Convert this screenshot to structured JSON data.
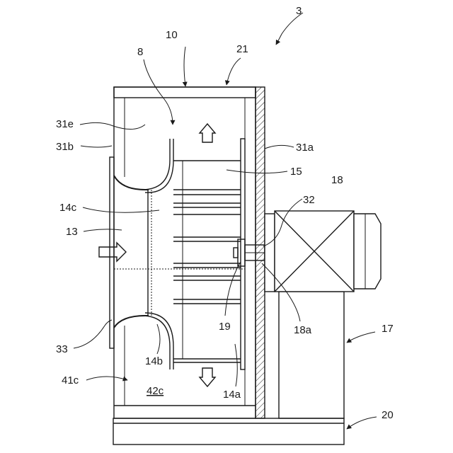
{
  "labels": {
    "l3": "3",
    "l10": "10",
    "l21": "21",
    "l8": "8",
    "l31e": "31e",
    "l31b": "31b",
    "l31a": "31a",
    "l15": "15",
    "l18": "18",
    "l32": "32",
    "l14c": "14c",
    "l13": "13",
    "l19": "19",
    "l18a": "18a",
    "l17": "17",
    "l33": "33",
    "l14b": "14b",
    "l41c": "41c",
    "l42c": "42c",
    "l14a": "14a",
    "l20": "20"
  }
}
